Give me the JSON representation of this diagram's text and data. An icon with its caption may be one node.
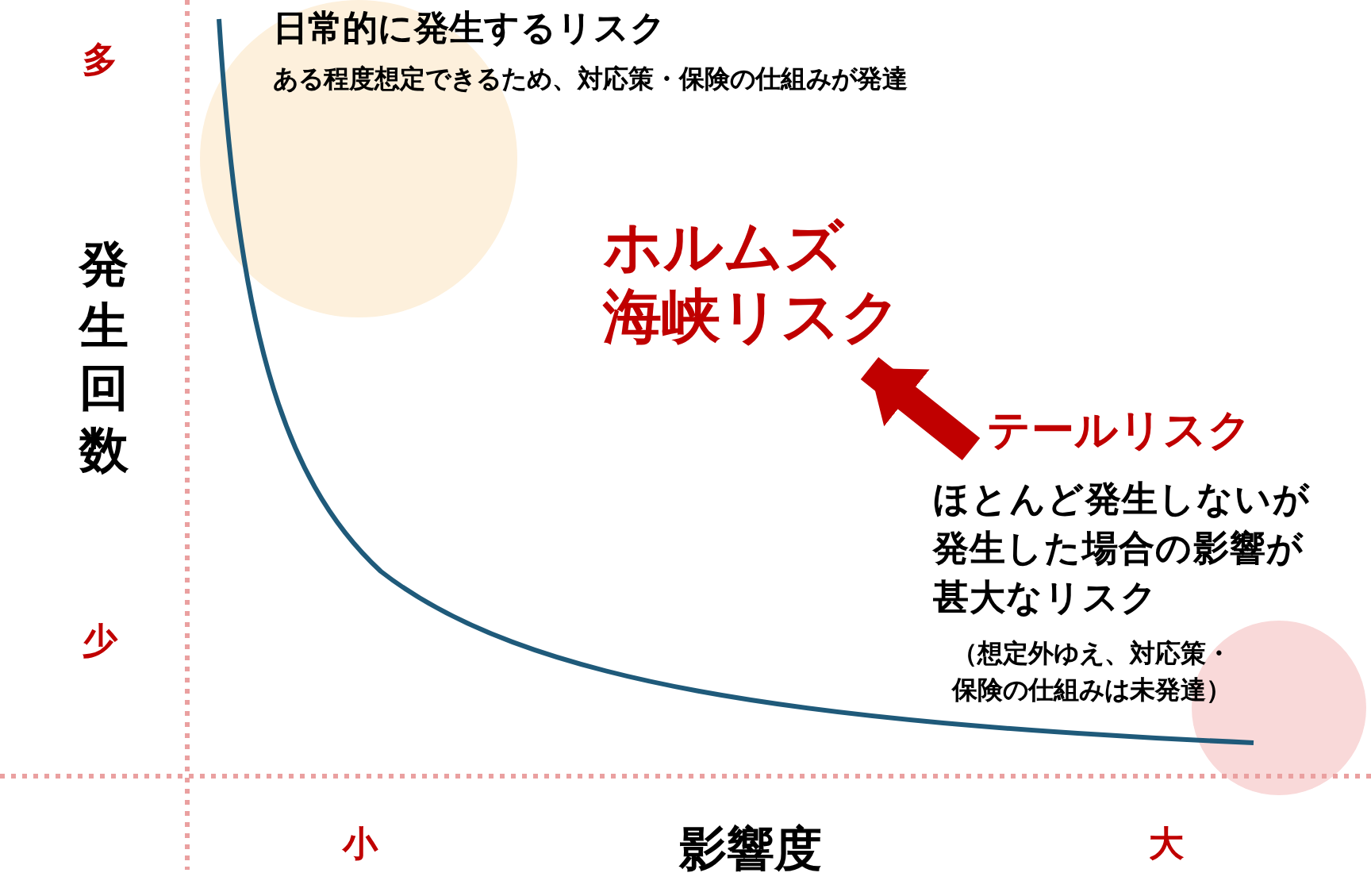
{
  "diagram": {
    "nodes": [
      {
        "text": [
          "ホルムズ海峡リスク"
        ]
      },
      {
        "text": [
          "テールリスク"
        ]
      }
    ],
    "edges": [
      {
        "from": 1,
        "to": 0,
        "arrow": "to"
      }
    ],
    "labels": [
      "多",
      "日常的に発生するリスク",
      "ある程度想定できるため、対応策・保険の仕組みが発達",
      "発生回数",
      "ほとんど発生しないが発生した場合の影響が甚大なリスク",
      "（想定外ゆえ、対応策・保険の仕組みは未発達）",
      "少",
      "小",
      "影響度",
      "大"
    ]
  }
}
